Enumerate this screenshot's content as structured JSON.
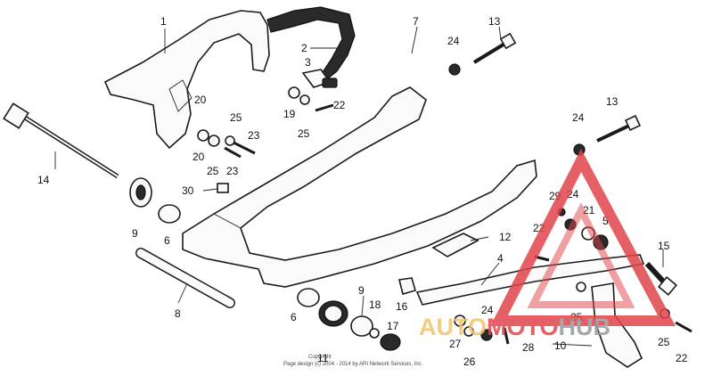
{
  "diagram": {
    "callouts": {
      "c1": "1",
      "c2": "2",
      "c3": "3",
      "c4": "4",
      "c5": "5",
      "c6a": "6",
      "c6b": "6",
      "c7": "7",
      "c8": "8",
      "c9a": "9",
      "c9b": "9",
      "c10": "10",
      "c11": "11",
      "c12": "12",
      "c13a": "13",
      "c13b": "13",
      "c14": "14",
      "c15": "15",
      "c16": "16",
      "c17": "17",
      "c18": "18",
      "c19": "19",
      "c20a": "20",
      "c20b": "20",
      "c21": "21",
      "c22a": "22",
      "c22b": "22",
      "c22c": "22",
      "c23a": "23",
      "c23b": "23",
      "c24a": "24",
      "c24b": "24",
      "c24c": "24",
      "c24d": "24",
      "c25a": "25",
      "c25b": "25",
      "c25c": "25",
      "c25d": "25",
      "c25e": "25",
      "c26": "26",
      "c27": "27",
      "c28": "28",
      "c29": "29",
      "c30": "30"
    },
    "copyright_line1": "Copyright",
    "copyright_line2": "Page design (c) 2004 - 2014 by ARI Network Services, Inc.",
    "watermark": {
      "part1": "AUTO",
      "part2": "MOTO",
      "part3": "HUB",
      "color_primary": "#e0454a",
      "color_secondary": "#f2c46b",
      "color_tertiary": "#9a9a9a"
    }
  }
}
